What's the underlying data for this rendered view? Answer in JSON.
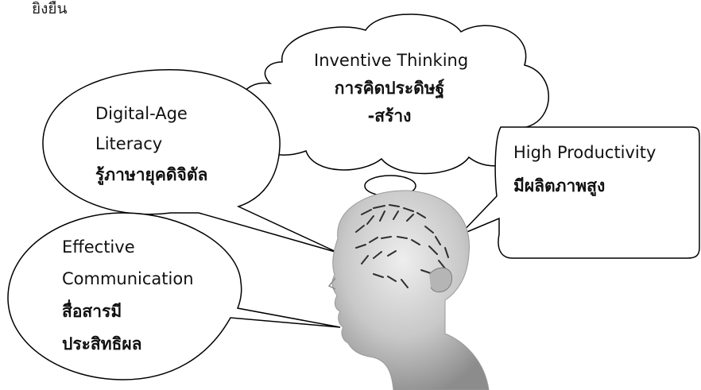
{
  "page_fragment": "ยิ่งยืน",
  "bubbles": {
    "inventive": {
      "line1": "Inventive Thinking",
      "line2": "การคิดประดิษฐ์",
      "line3": "-สร้าง"
    },
    "digital": {
      "line1": "Digital-Age",
      "line2": "Literacy",
      "line3": "รู้ภาษายุคดิจิตัล"
    },
    "productivity": {
      "line1": "High Productivity",
      "line2": "มีผลิตภาพสูง"
    },
    "communication": {
      "line1": "Effective",
      "line2": "Communication",
      "line3": "สื่อสารมี",
      "line4": "ประสิทธิผล"
    }
  },
  "colors": {
    "outline": "#000000",
    "fill": "#ffffff",
    "head": "#c9c9c9",
    "marks": "#2f2f2f"
  },
  "icons": {
    "head": "phrenology-head-image",
    "cloud": "thought-cloud",
    "speech": "speech-bubble"
  }
}
